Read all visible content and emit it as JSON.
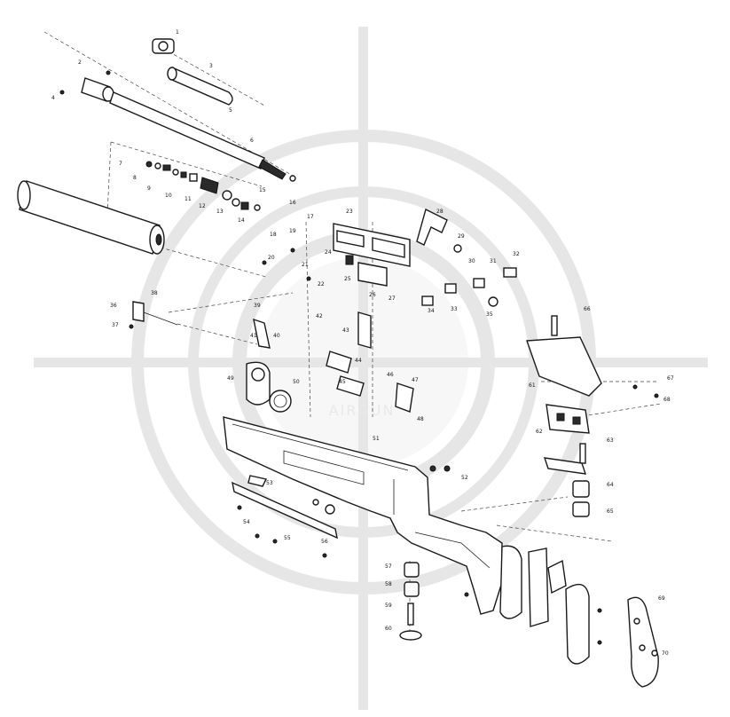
{
  "watermark": {
    "center_text": "AIRGUN"
  },
  "callouts": [
    "1",
    "2",
    "3",
    "4",
    "5",
    "6",
    "7",
    "8",
    "9",
    "10",
    "11",
    "12",
    "13",
    "14",
    "15",
    "16",
    "17",
    "18",
    "19",
    "20",
    "21",
    "22",
    "23",
    "24",
    "25",
    "26",
    "27",
    "28",
    "29",
    "30",
    "31",
    "32",
    "33",
    "34",
    "35",
    "36",
    "37",
    "38",
    "39",
    "40",
    "41",
    "42",
    "43",
    "44",
    "45",
    "46",
    "47",
    "48",
    "49",
    "50",
    "51",
    "52",
    "53",
    "54",
    "55",
    "56",
    "57",
    "58",
    "59",
    "60",
    "61",
    "62",
    "63",
    "64",
    "65",
    "66",
    "67",
    "68",
    "69",
    "70"
  ]
}
